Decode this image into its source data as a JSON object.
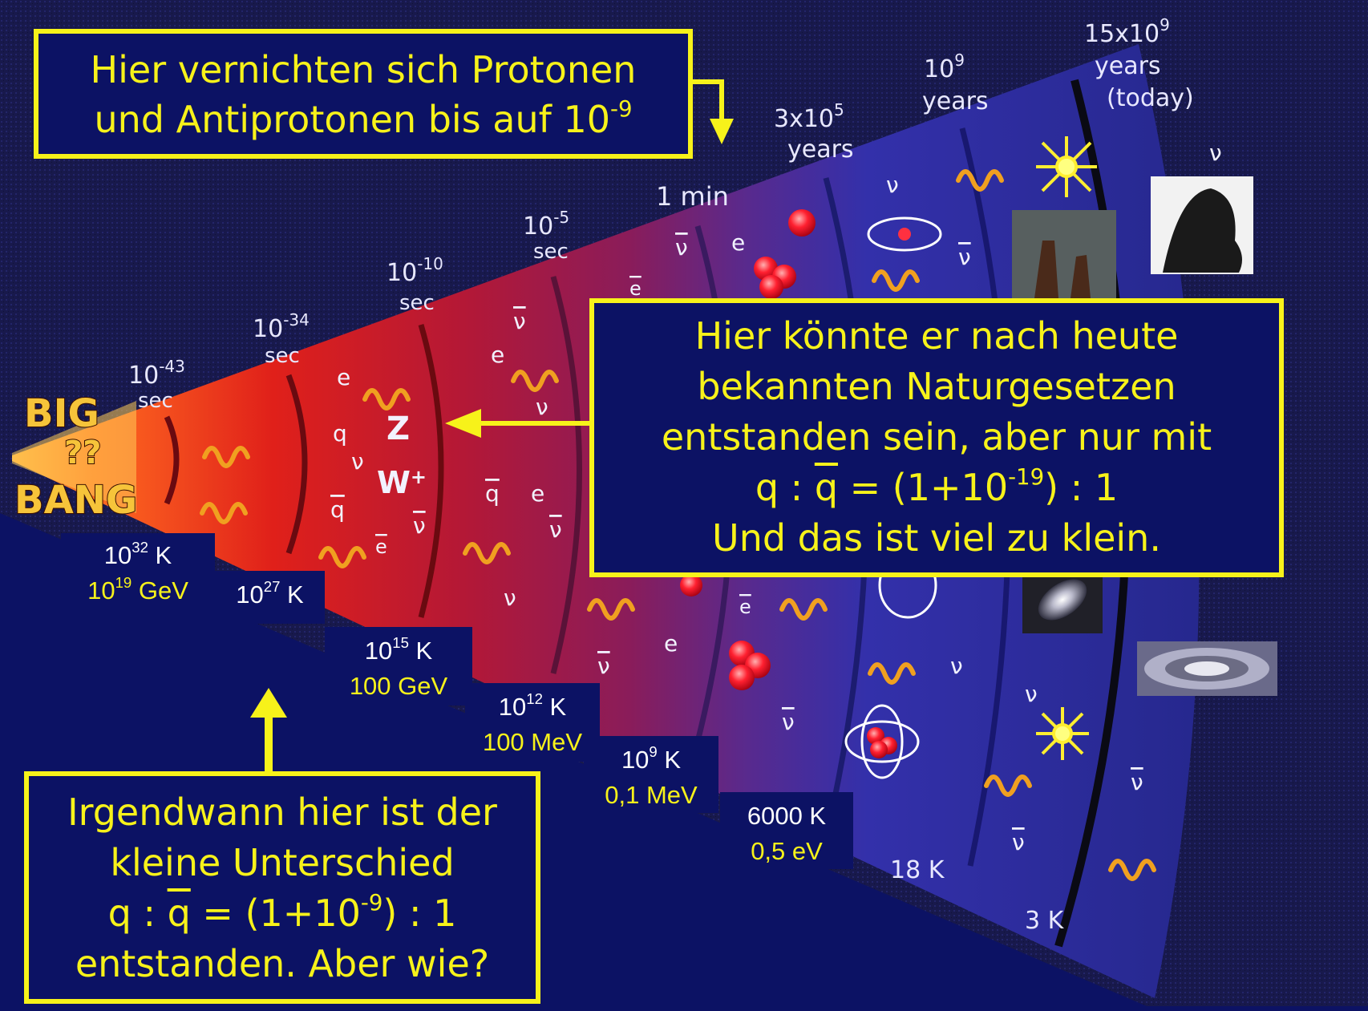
{
  "callouts": {
    "top": {
      "line1": "Hier vernichten sich Protonen",
      "line2_text": "und Antiprotonen bis auf 10",
      "line2_sup": "-9"
    },
    "right": {
      "line1": "Hier könnte er nach heute",
      "line2": "bekannten Naturgesetzen",
      "line3": "entstanden sein, aber nur mit",
      "line4_q": "q : ",
      "line4_qbar": "q",
      "line4_mid": " = (1+10",
      "line4_sup": "-19",
      "line4_end": ") : 1",
      "line5": "Und das ist viel zu klein."
    },
    "bottom": {
      "line1": "Irgendwann hier ist der",
      "line2": "kleine Unterschied",
      "line3_q": "q : ",
      "line3_qbar": "q",
      "line3_mid": " = (1+10",
      "line3_sup": "-9",
      "line3_end": ") : 1",
      "line4": "entstanden. Aber wie?"
    }
  },
  "temperatures": [
    {
      "base": "10",
      "sup": "32",
      "unit": " K",
      "energy": "10",
      "energy_sup": "19",
      "energy_unit": " GeV"
    },
    {
      "base": "10",
      "sup": "27",
      "unit": " K"
    },
    {
      "base": "10",
      "sup": "15",
      "unit": " K",
      "energy": "100 GeV"
    },
    {
      "base": "10",
      "sup": "12",
      "unit": " K",
      "energy": "100 MeV"
    },
    {
      "base": "10",
      "sup": "9",
      "unit": " K",
      "energy": "0,1 MeV"
    },
    {
      "base": "",
      "sup": "",
      "unit": "6000 K",
      "energy": "0,5 eV"
    }
  ],
  "time_labels": [
    {
      "main": "10",
      "sup": "-43",
      "sub": "sec"
    },
    {
      "main": "10",
      "sup": "-34",
      "sub": "sec"
    },
    {
      "main": "10",
      "sup": "-10",
      "sub": "sec"
    },
    {
      "main": "10",
      "sup": "-5",
      "sub": "sec"
    },
    {
      "main": "1 min",
      "sup": "",
      "sub": ""
    },
    {
      "main": "3x10",
      "sup": "5",
      "sub": "years"
    },
    {
      "main": "10",
      "sup": "9",
      "sub": "years"
    },
    {
      "main": "15x10",
      "sup": "9",
      "sub": "years"
    }
  ],
  "today_label": "(today)",
  "big_bang": {
    "big": "BIG",
    "question": "??",
    "bang": "BANG"
  },
  "cold_temps": {
    "t18": "18 K",
    "t3": "3 K"
  },
  "particles": {
    "e": "e",
    "q": "q",
    "nu": "ν",
    "nubar": "ν",
    "ebar": "e",
    "qbar": "q",
    "Z": "Z",
    "W": "W",
    "W_sign": "+"
  },
  "colors": {
    "callout_border": "#f7f21a",
    "callout_bg": "#0c1264",
    "background": "#16184a",
    "wave": "#f0a020"
  }
}
